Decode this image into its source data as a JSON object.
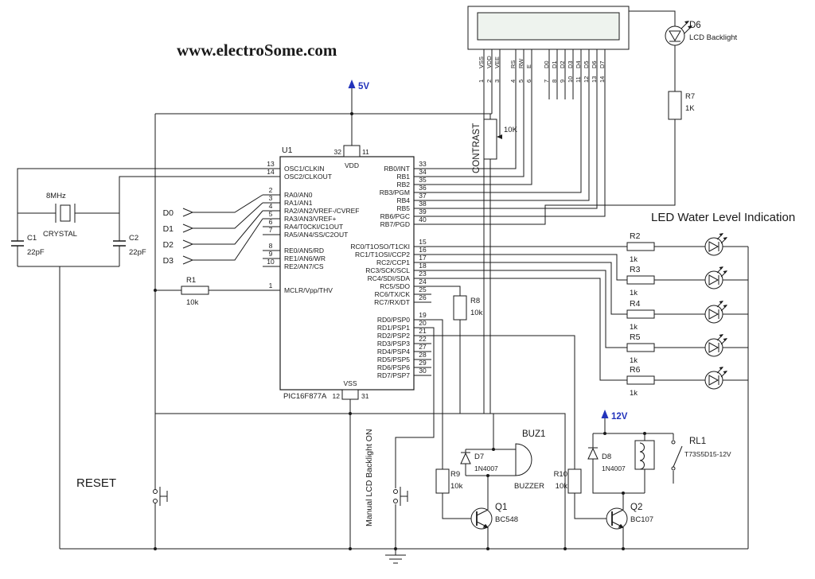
{
  "title": "www.electroSome.com",
  "labels": {
    "led_section": "LED Water Level Indication",
    "reset": "RESET",
    "manual_backlight": "Manual LCD Backlight ON",
    "contrast": "CONTRAST"
  },
  "power": {
    "v5": "5V",
    "v12": "12V"
  },
  "inputs": [
    "D0",
    "D1",
    "D2",
    "D3"
  ],
  "mcu": {
    "ref": "U1",
    "part": "PIC16F877A",
    "vdd_label": "VDD",
    "vss_label": "VSS",
    "top_pins": [
      "32",
      "11"
    ],
    "bottom_pins": [
      "12",
      "31"
    ],
    "left_pins": [
      {
        "num": "13",
        "name": "OSC1/CLKIN"
      },
      {
        "num": "14",
        "name": "OSC2/CLKOUT"
      },
      {
        "num": "2",
        "name": "RA0/AN0"
      },
      {
        "num": "3",
        "name": "RA1/AN1"
      },
      {
        "num": "4",
        "name": "RA2/AN2/VREF-/CVREF"
      },
      {
        "num": "5",
        "name": "RA3/AN3/VREF+"
      },
      {
        "num": "6",
        "name": "RA4/T0CKI/C1OUT"
      },
      {
        "num": "7",
        "name": "RA5/AN4/SS/C2OUT"
      },
      {
        "num": "8",
        "name": "RE0/AN5/RD"
      },
      {
        "num": "9",
        "name": "RE1/AN6/WR"
      },
      {
        "num": "10",
        "name": "RE2/AN7/CS"
      },
      {
        "num": "1",
        "name": "MCLR/Vpp/THV"
      }
    ],
    "right_pins": [
      {
        "num": "33",
        "name": "RB0/INT"
      },
      {
        "num": "34",
        "name": "RB1"
      },
      {
        "num": "35",
        "name": "RB2"
      },
      {
        "num": "36",
        "name": "RB3/PGM"
      },
      {
        "num": "37",
        "name": "RB4"
      },
      {
        "num": "38",
        "name": "RB5"
      },
      {
        "num": "39",
        "name": "RB6/PGC"
      },
      {
        "num": "40",
        "name": "RB7/PGD"
      },
      {
        "num": "15",
        "name": "RC0/T1OSO/T1CKI"
      },
      {
        "num": "16",
        "name": "RC1/T1OSI/CCP2"
      },
      {
        "num": "17",
        "name": "RC2/CCP1"
      },
      {
        "num": "18",
        "name": "RC3/SCK/SCL"
      },
      {
        "num": "23",
        "name": "RC4/SDI/SDA"
      },
      {
        "num": "24",
        "name": "RC5/SDO"
      },
      {
        "num": "25",
        "name": "RC6/TX/CK"
      },
      {
        "num": "26",
        "name": "RC7/RX/DT"
      },
      {
        "num": "19",
        "name": "RD0/PSP0"
      },
      {
        "num": "20",
        "name": "RD1/PSP1"
      },
      {
        "num": "21",
        "name": "RD2/PSP2"
      },
      {
        "num": "22",
        "name": "RD3/PSP3"
      },
      {
        "num": "27",
        "name": "RD4/PSP4"
      },
      {
        "num": "28",
        "name": "RD5/PSP5"
      },
      {
        "num": "29",
        "name": "RD6/PSP6"
      },
      {
        "num": "30",
        "name": "RD7/PSP7"
      }
    ]
  },
  "lcd": {
    "pin_names": [
      "VSS",
      "VDD",
      "VEE",
      "RS",
      "RW",
      "E",
      "D0",
      "D1",
      "D2",
      "D3",
      "D4",
      "D5",
      "D6",
      "D7"
    ],
    "pin_numbers": [
      "1",
      "2",
      "3",
      "4",
      "5",
      "6",
      "7",
      "8",
      "9",
      "10",
      "11",
      "12",
      "13",
      "14"
    ]
  },
  "components": {
    "c1": {
      "ref": "C1",
      "value": "22pF"
    },
    "c2": {
      "ref": "C2",
      "value": "22pF"
    },
    "crystal": {
      "value": "8MHz",
      "label": "CRYSTAL"
    },
    "r1": {
      "ref": "R1",
      "value": "10k"
    },
    "r7": {
      "ref": "R7",
      "value": "1K"
    },
    "r8": {
      "ref": "R8",
      "value": "10k"
    },
    "r9": {
      "ref": "R9",
      "value": "10k"
    },
    "r10": {
      "ref": "R10",
      "value": "10k"
    },
    "pot": {
      "value": "10K"
    },
    "d6": {
      "ref": "D6",
      "label": "LCD Backlight"
    },
    "d7": {
      "ref": "D7",
      "value": "1N4007"
    },
    "d8": {
      "ref": "D8",
      "value": "1N4007"
    },
    "q1": {
      "ref": "Q1",
      "value": "BC548"
    },
    "q2": {
      "ref": "Q2",
      "value": "BC107"
    },
    "buzzer": {
      "ref": "BUZ1",
      "label": "BUZZER"
    },
    "relay": {
      "ref": "RL1",
      "value": "T73S5D15-12V"
    },
    "led_resistors": [
      {
        "ref": "R2",
        "value": "1k"
      },
      {
        "ref": "R3",
        "value": "1k"
      },
      {
        "ref": "R4",
        "value": "1k"
      },
      {
        "ref": "R5",
        "value": "1k"
      },
      {
        "ref": "R6",
        "value": "1k"
      }
    ]
  }
}
